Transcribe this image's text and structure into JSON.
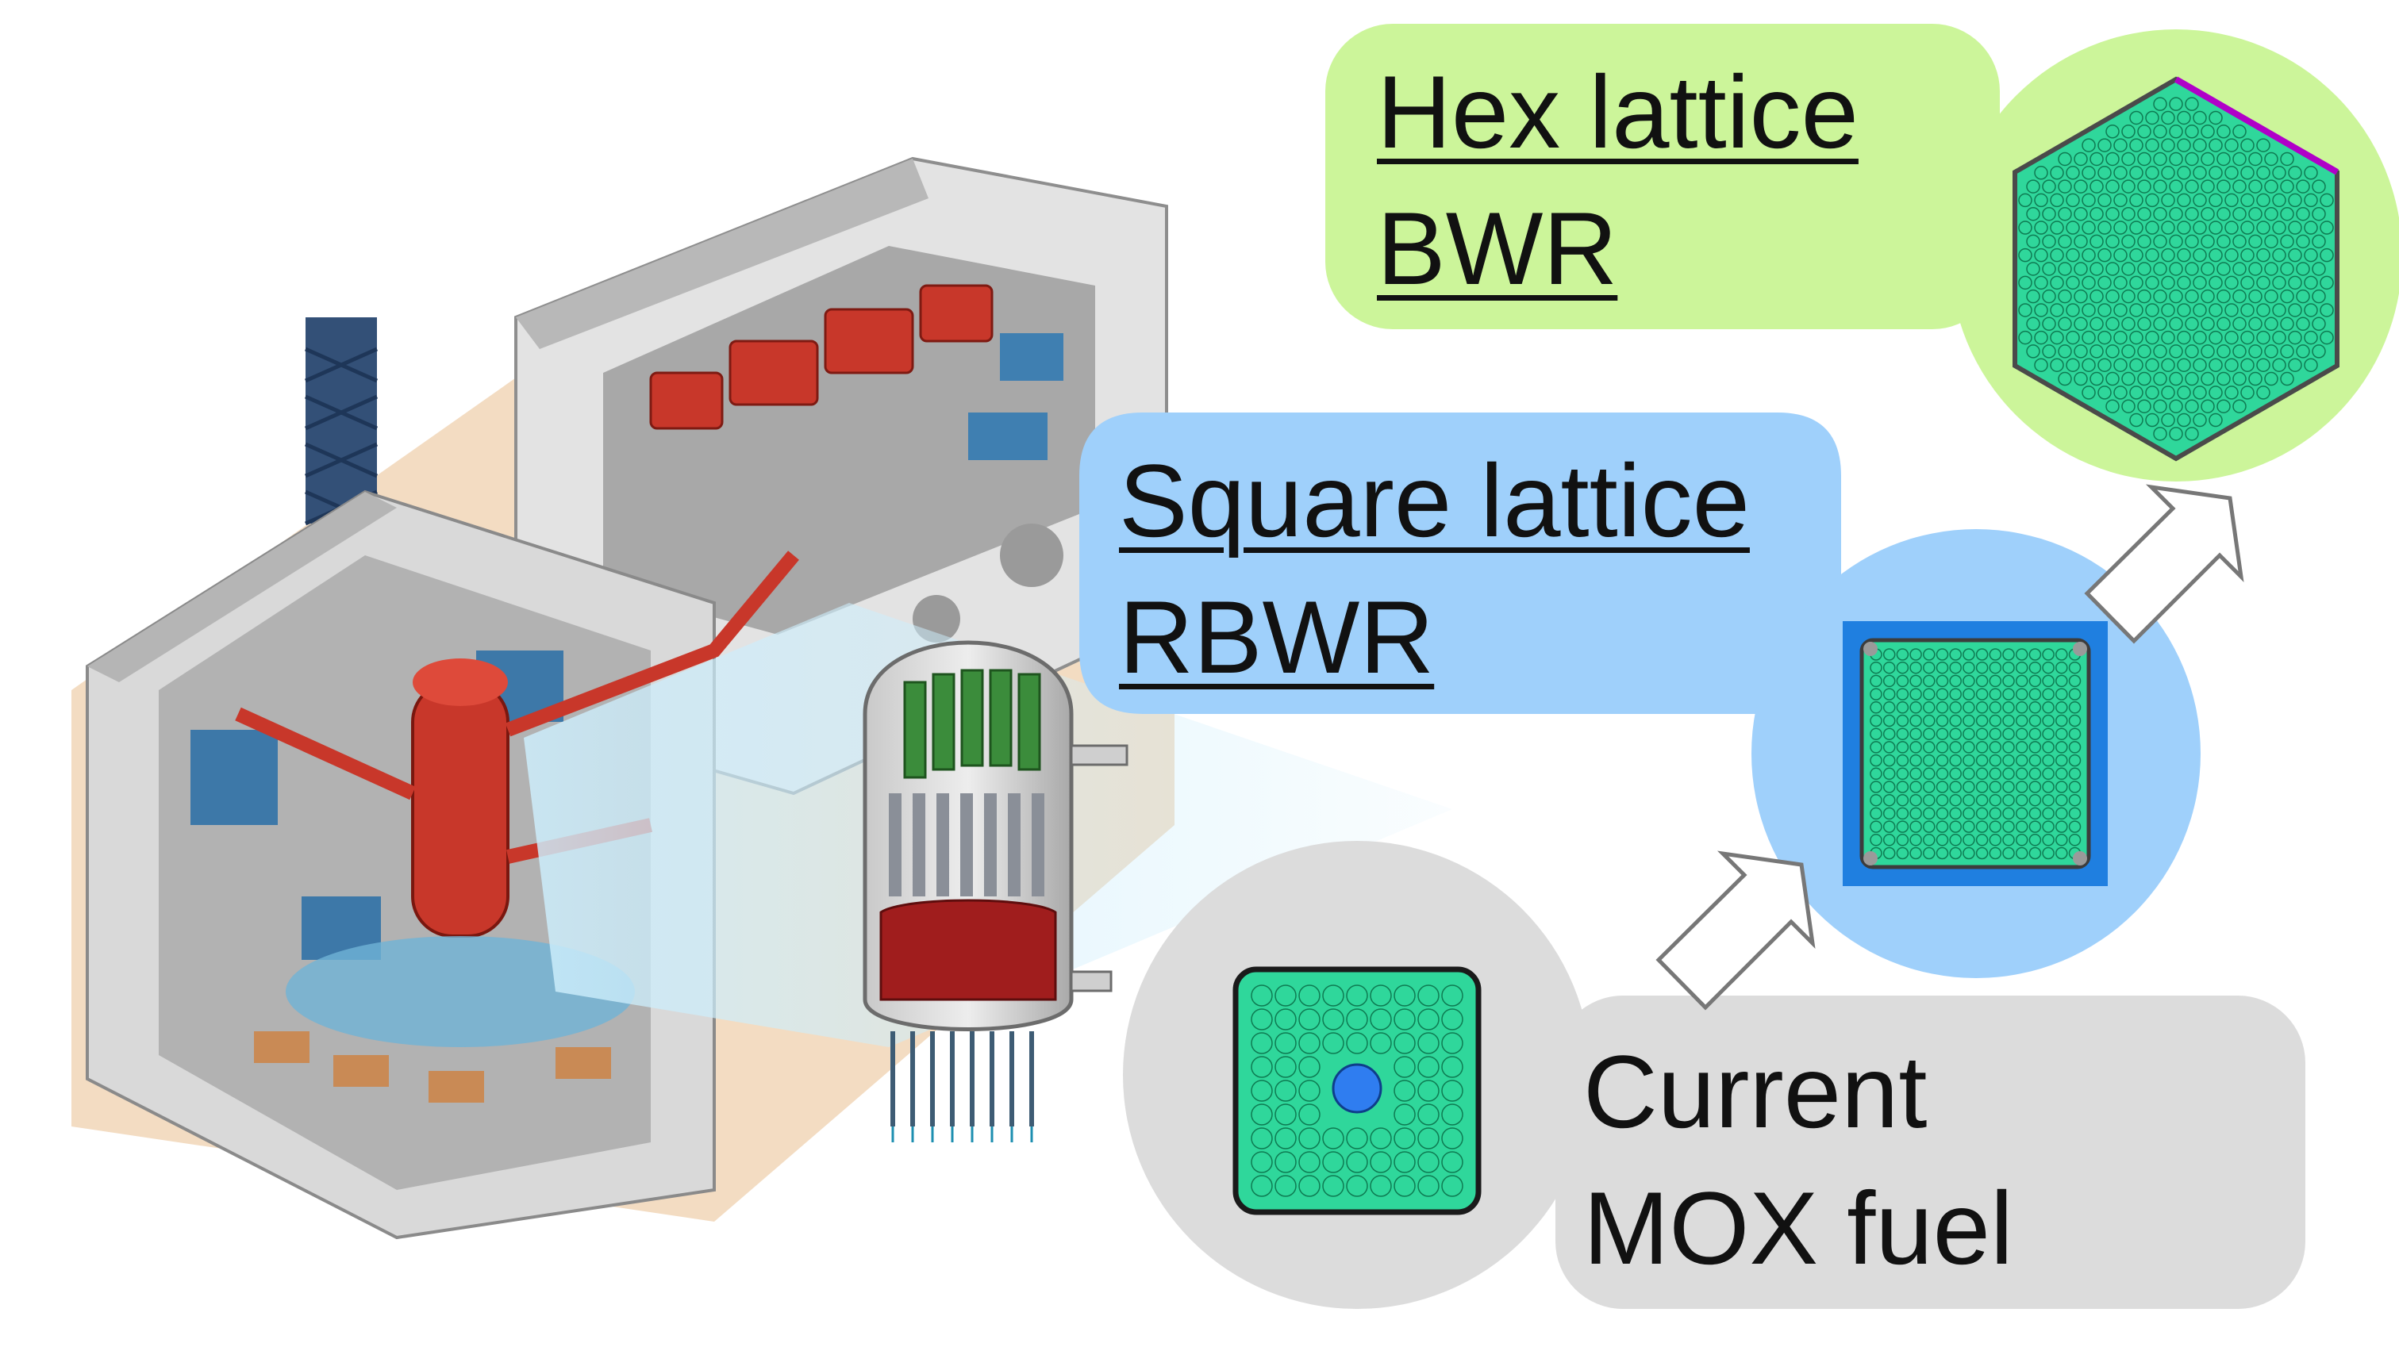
{
  "hex_lattice": {
    "line1": "Hex lattice",
    "line2": "BWR",
    "bubble_color": "#ccf59a"
  },
  "square_lattice": {
    "line1": "Square lattice",
    "line2": "RBWR",
    "bubble_color": "#9fd0fb"
  },
  "current_mox": {
    "line1": "Current",
    "line2": "MOX fuel",
    "bubble_color": "#dcdcdc"
  },
  "icons": {
    "plant": "nuclear-plant-cutaway-icon",
    "vessel": "reactor-pressure-vessel-icon",
    "arrows": "arrow-up-right-icon"
  },
  "colors": {
    "fuel_pin": "#2fd79b",
    "fuel_pin_outline": "#0e7b52",
    "water_rod": "#2f7df0",
    "channel": "#1f7fe0",
    "hex_edge": "#b000c8"
  }
}
